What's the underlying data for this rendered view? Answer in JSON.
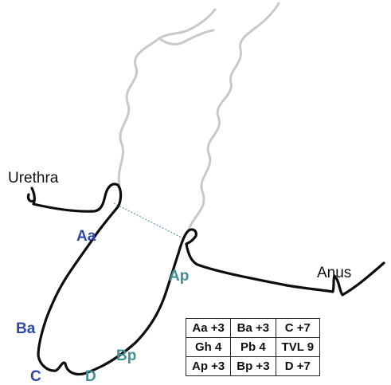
{
  "labels": {
    "urethra": "Urethra",
    "anus": "Anus",
    "aa": "Aa",
    "ba": "Ba",
    "c": "C",
    "d": "D",
    "ap": "Ap",
    "bp": "Bp"
  },
  "colors": {
    "anterior_points": "#2f48a6",
    "posterior_points": "#3f8f94",
    "outline": "#0d0d0d",
    "normal_anatomy": "#c9c9c9",
    "hymen_line": "#6a8fc0"
  },
  "popq_grid": [
    [
      "Aa +3",
      "Ba +3",
      "C +7"
    ],
    [
      "Gh 4",
      "Pb 4",
      "TVL 9"
    ],
    [
      "Ap +3",
      "Bp +3",
      "D +7"
    ]
  ]
}
